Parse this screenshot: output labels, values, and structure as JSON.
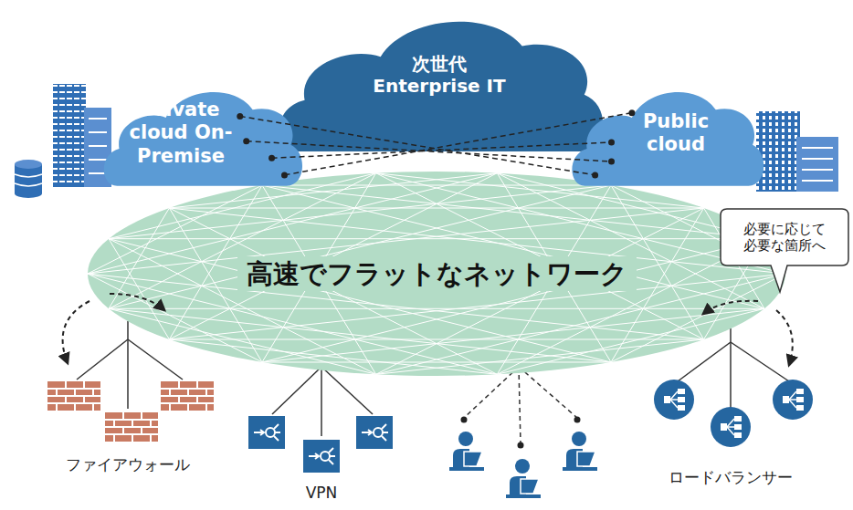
{
  "diagram": {
    "nodes": [
      {
        "text": [
          "Private cloud On-Premise"
        ]
      },
      {
        "text": [
          "次世代 Enterprise IT"
        ]
      },
      {
        "text": [
          "Public cloud"
        ]
      },
      {
        "text": [
          "高速でフラットなネットワーク"
        ]
      },
      {
        "text": [
          "必要に応じて 必要な箇所へ"
        ]
      }
    ],
    "edges": [
      {
        "from": 0,
        "to": 2,
        "arrow": "none"
      },
      {
        "from": 0,
        "to": 2,
        "arrow": "none"
      },
      {
        "from": 0,
        "to": 2,
        "arrow": "none"
      },
      {
        "from": 0,
        "to": 2,
        "arrow": "none"
      }
    ],
    "labels": [
      "ファイアウォール",
      "VPN",
      "ロードバランサー"
    ]
  }
}
